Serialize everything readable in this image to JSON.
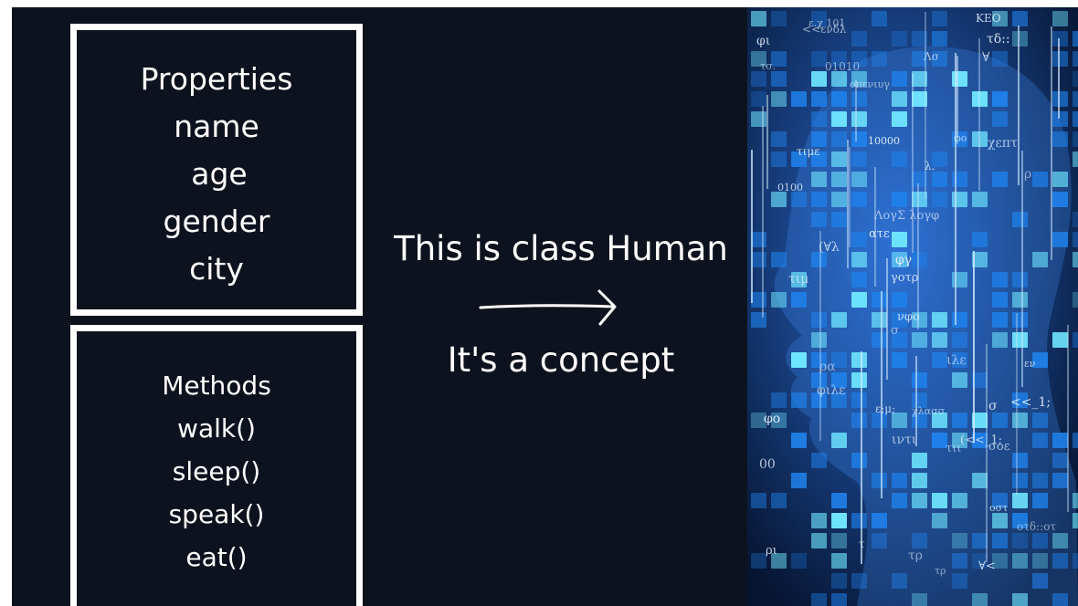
{
  "properties_box": {
    "title": "Properties",
    "items": [
      "name",
      "age",
      "gender",
      "city"
    ]
  },
  "methods_box": {
    "title": "Methods",
    "items": [
      "walk()",
      "sleep()",
      "speak()",
      "eat()"
    ]
  },
  "center": {
    "headline": "This is class Human",
    "subline": "It's a concept"
  },
  "art": {
    "icon": "digital-head-icon",
    "glyphs": [
      "00",
      "σ",
      "τ",
      "τσ.",
      "χλασσ",
      "φο",
      "∀<",
      "Λσ",
      "νφο",
      "ιντι",
      "φι",
      "ε.χ 101",
      "ε;μ;",
      "τδ::",
      "ΛογΣ λογφ",
      "0100",
      "τρ",
      "ρα",
      "λ.",
      "φγ",
      "οτδ::οτ",
      "σ",
      "(∀λ",
      "οπενιυγ",
      "ρι",
      "∀",
      "τιμ",
      "τρ",
      "οστ",
      "γοτρ",
      "01010",
      "<<_1;",
      "σοε",
      "(<<_1;",
      "ιλε",
      "φο",
      "χεπτ",
      "τιι",
      "ΚΕΟ",
      "<<ενδλ",
      "εν",
      "10000",
      "φιλε",
      "τιμε",
      "ρ",
      "ατε"
    ]
  },
  "colors": {
    "background": "#0d131e",
    "text": "#ffffff",
    "box_border": "#ffffff",
    "tile_blue": "#1f7fe8",
    "tile_cyan": "#6fe6ff",
    "art_bg": "#071737"
  }
}
